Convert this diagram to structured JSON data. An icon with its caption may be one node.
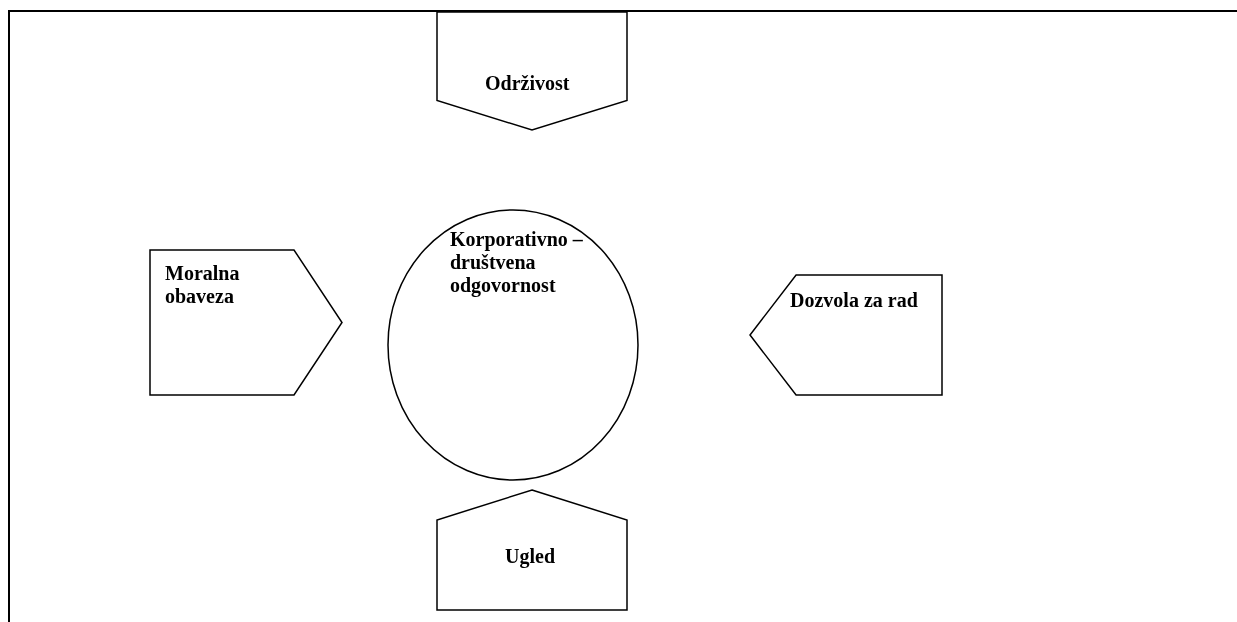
{
  "diagram": {
    "nodes": [
      {
        "text": [
          "Održivost"
        ]
      },
      {
        "text": [
          "Moralna obaveza"
        ]
      },
      {
        "text": [
          "Korporativno – društvena odgovornost"
        ]
      },
      {
        "text": [
          "Dozvola za rad"
        ]
      },
      {
        "text": [
          "Ugled"
        ]
      }
    ]
  }
}
